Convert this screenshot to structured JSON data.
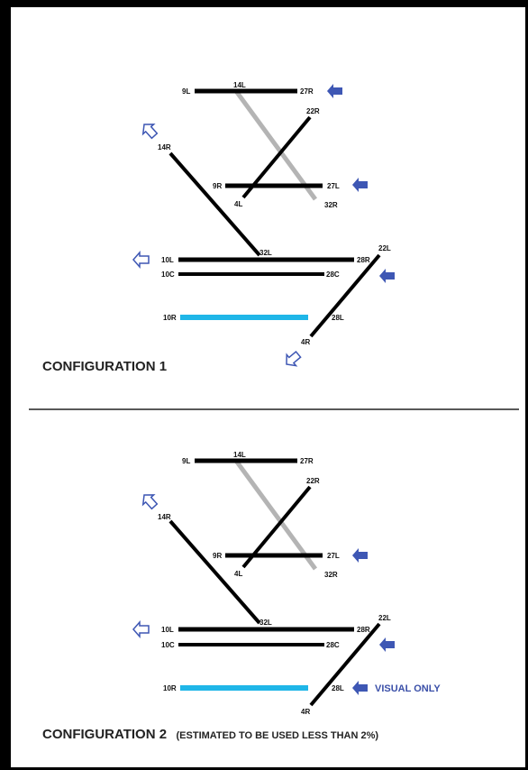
{
  "colors": {
    "runway": "#000000",
    "closed_runway": "#b4b4b4",
    "visual_runway": "#1fb6e8",
    "arrival_arrow": "#3e57b4",
    "departure_arrow": "#3e57b4"
  },
  "config1": {
    "title": "CONFIGURATION 1",
    "labels": {
      "r9L": "9L",
      "r14L": "14L",
      "r27R": "27R",
      "r22R": "22R",
      "r14R": "14R",
      "r9R": "9R",
      "r27L": "27L",
      "r4L": "4L",
      "r32R": "32R",
      "r32L": "32L",
      "r22L": "22L",
      "r10L": "10L",
      "r28R": "28R",
      "r10C": "10C",
      "r28C": "28C",
      "r10R": "10R",
      "r28L": "28L",
      "r4R": "4R"
    }
  },
  "config2": {
    "title": "CONFIGURATION 2",
    "note": "(ESTIMATED TO BE USED LESS THAN 2%)",
    "visual_only": "VISUAL ONLY",
    "labels": {
      "r9L": "9L",
      "r14L": "14L",
      "r27R": "27R",
      "r22R": "22R",
      "r14R": "14R",
      "r9R": "9R",
      "r27L": "27L",
      "r4L": "4L",
      "r32R": "32R",
      "r32L": "32L",
      "r22L": "22L",
      "r10L": "10L",
      "r28R": "28R",
      "r10C": "10C",
      "r28C": "28C",
      "r10R": "10R",
      "r28L": "28L",
      "r4R": "4R"
    }
  }
}
